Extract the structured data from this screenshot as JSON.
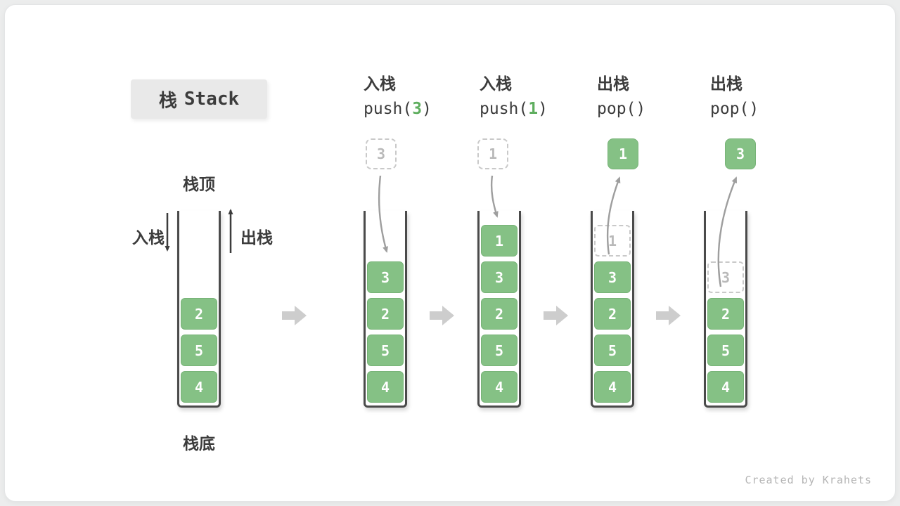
{
  "title": {
    "zh": "栈",
    "en": "Stack"
  },
  "annotations": {
    "stack_top": "栈顶",
    "stack_bottom": "栈底",
    "push": "入栈",
    "pop": "出栈"
  },
  "operations": [
    {
      "label": "入栈",
      "code_pre": "push(",
      "arg": "3",
      "code_post": ")"
    },
    {
      "label": "入栈",
      "code_pre": "push(",
      "arg": "1",
      "code_post": ")"
    },
    {
      "label": "出栈",
      "code_pre": "pop(",
      "arg": "",
      "code_post": ")"
    },
    {
      "label": "出栈",
      "code_pre": "pop(",
      "arg": "",
      "code_post": ")"
    }
  ],
  "floating": [
    {
      "value": "3",
      "variant": "ghost"
    },
    {
      "value": "1",
      "variant": "ghost"
    },
    {
      "value": "1",
      "variant": "solid"
    },
    {
      "value": "3",
      "variant": "solid"
    }
  ],
  "stacks": [
    {
      "elements": [
        {
          "value": "2",
          "variant": "solid"
        },
        {
          "value": "5",
          "variant": "solid"
        },
        {
          "value": "4",
          "variant": "solid"
        }
      ]
    },
    {
      "elements": [
        {
          "value": "3",
          "variant": "solid"
        },
        {
          "value": "2",
          "variant": "solid"
        },
        {
          "value": "5",
          "variant": "solid"
        },
        {
          "value": "4",
          "variant": "solid"
        }
      ]
    },
    {
      "elements": [
        {
          "value": "1",
          "variant": "solid"
        },
        {
          "value": "3",
          "variant": "solid"
        },
        {
          "value": "2",
          "variant": "solid"
        },
        {
          "value": "5",
          "variant": "solid"
        },
        {
          "value": "4",
          "variant": "solid"
        }
      ]
    },
    {
      "elements": [
        {
          "value": "1",
          "variant": "ghost"
        },
        {
          "value": "3",
          "variant": "solid"
        },
        {
          "value": "2",
          "variant": "solid"
        },
        {
          "value": "5",
          "variant": "solid"
        },
        {
          "value": "4",
          "variant": "solid"
        }
      ]
    },
    {
      "elements": [
        {
          "value": "3",
          "variant": "ghost"
        },
        {
          "value": "2",
          "variant": "solid"
        },
        {
          "value": "5",
          "variant": "solid"
        },
        {
          "value": "4",
          "variant": "solid"
        }
      ]
    }
  ],
  "colors": {
    "element_green": "#85C185",
    "arg_green": "#5FAE5F",
    "ghost_gray": "#C9C9C9",
    "flow_arrow_gray": "#CDCDCD",
    "curve_arrow_gray": "#9E9E9E",
    "dark": "#3C3C3C"
  },
  "watermark": "Created by Krahets"
}
